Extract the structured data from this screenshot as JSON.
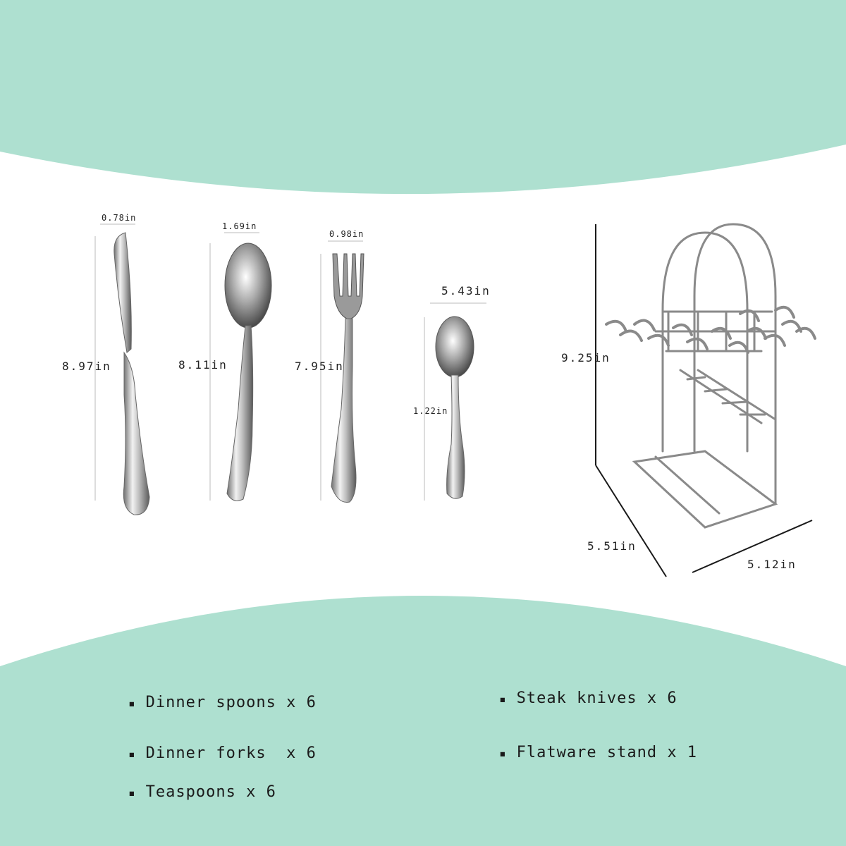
{
  "colors": {
    "mint": "#aee0d0",
    "metal_light": "#e9e9e9",
    "metal_dark": "#777777",
    "wire": "#8a8a8a"
  },
  "dimensions": {
    "knife_width": "0.78in",
    "knife_length": "8.97in",
    "spoon_width": "1.69in",
    "spoon_length": "8.11in",
    "fork_width": "0.98in",
    "fork_length": "7.95in",
    "teaspoon_length": "5.43in",
    "teaspoon_width": "1.22in",
    "stand_height": "9.25in",
    "stand_depth": "5.51in",
    "stand_width": "5.12in"
  },
  "items": {
    "bullet": "▪",
    "dinner_spoons": "Dinner spoons x 6",
    "dinner_forks": "Dinner forks  x 6",
    "teaspoons": "Teaspoons x 6",
    "steak_knives": "Steak knives x 6",
    "flatware_stand": "Flatware stand x 1"
  }
}
